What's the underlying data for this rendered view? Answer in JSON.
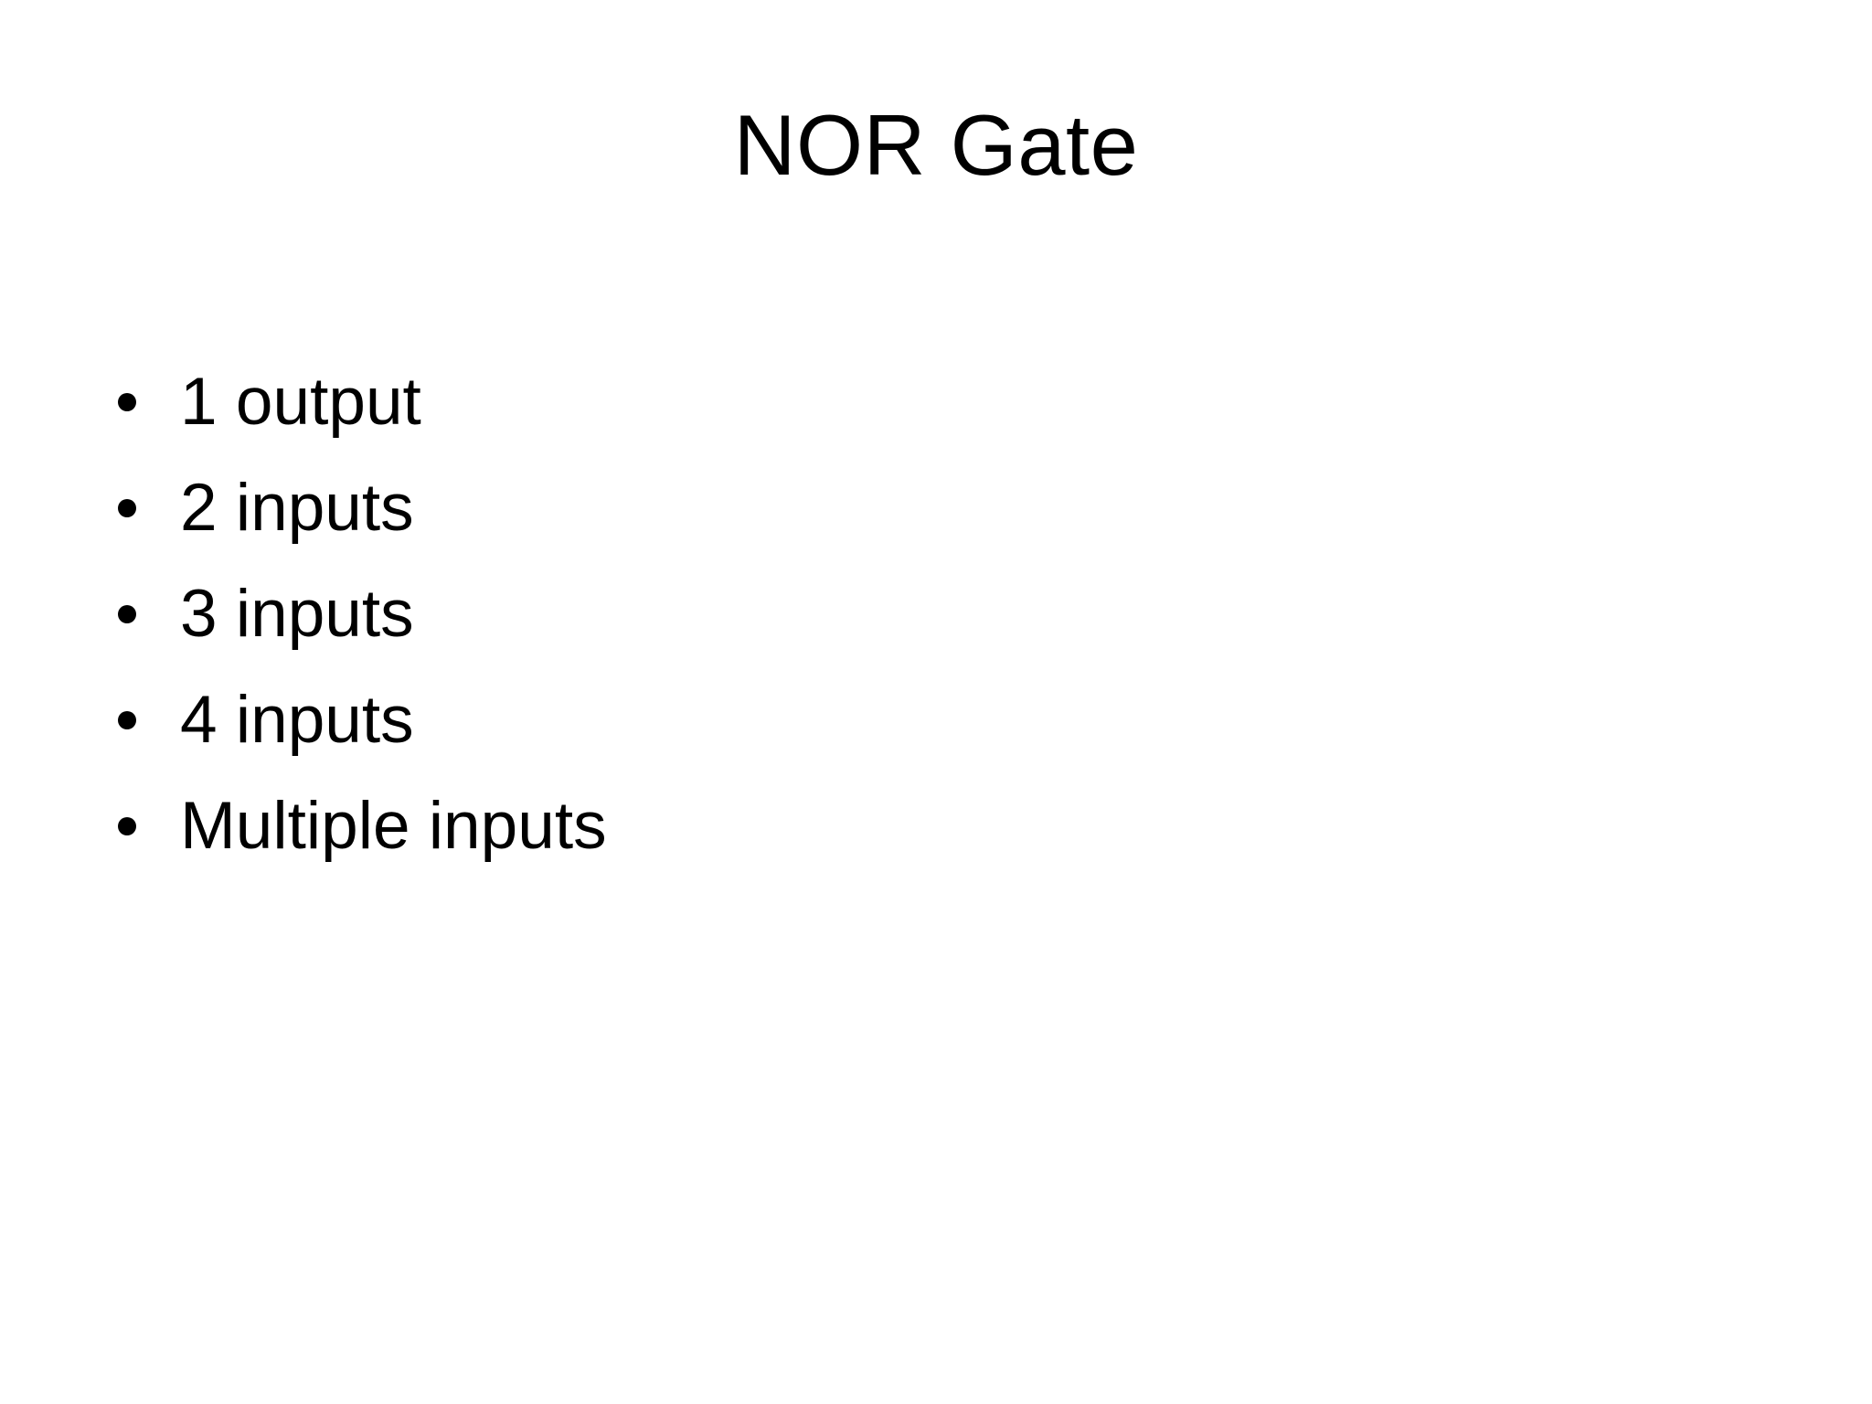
{
  "slide": {
    "title": "NOR Gate",
    "background_color": "#FFFFFF",
    "text_color": "#000000",
    "bullet_marker_glyph": "•",
    "bullets": [
      {
        "label": "1 output"
      },
      {
        "label": "2 inputs"
      },
      {
        "label": "3 inputs"
      },
      {
        "label": "4 inputs"
      },
      {
        "label": "Multiple inputs"
      }
    ]
  }
}
